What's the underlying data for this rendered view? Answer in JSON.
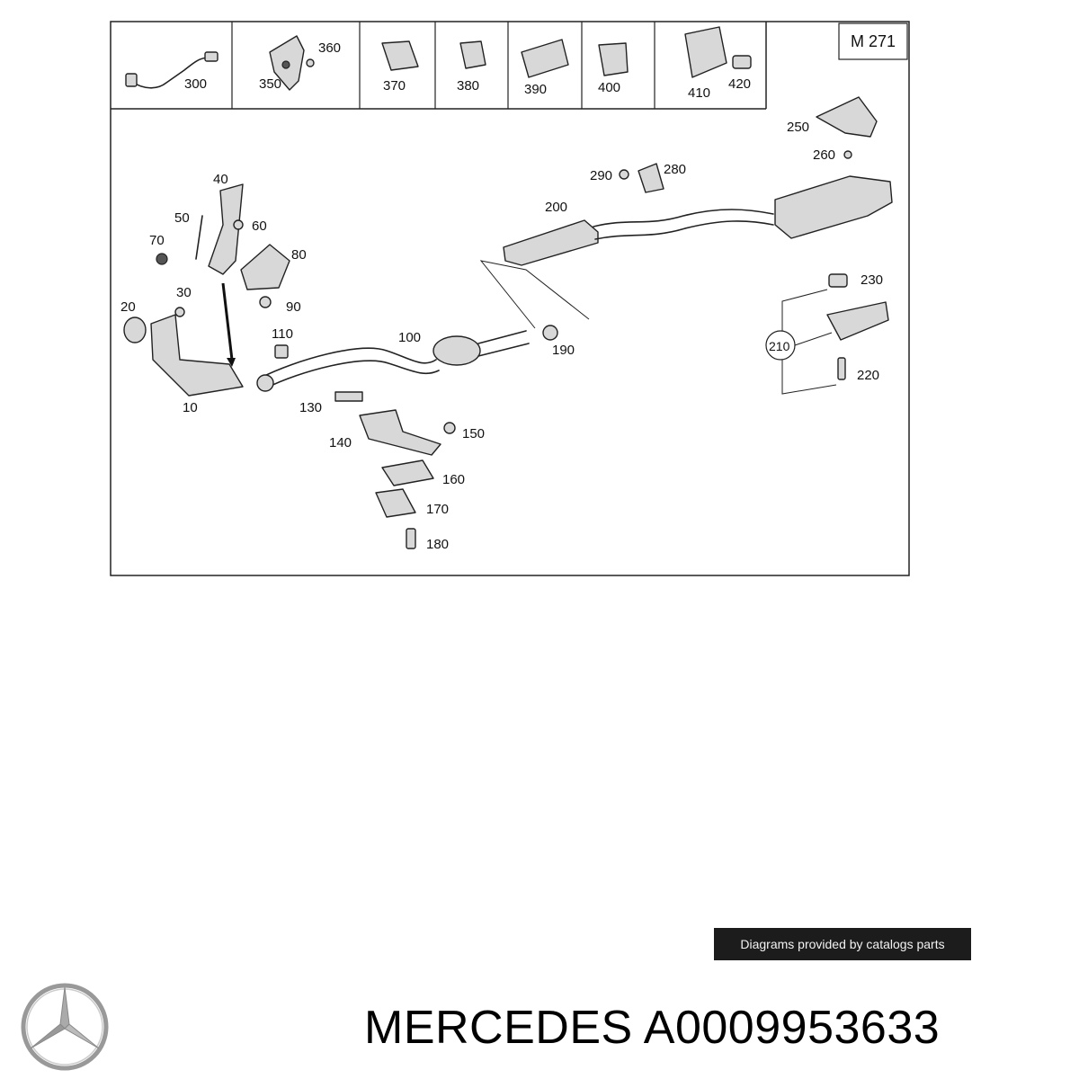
{
  "diagram": {
    "engine_code": "M 271",
    "top_row_labels": [
      "300",
      "350",
      "360",
      "370",
      "380",
      "390",
      "400",
      "410",
      "420"
    ],
    "part_labels": [
      "10",
      "20",
      "30",
      "40",
      "50",
      "60",
      "70",
      "80",
      "90",
      "100",
      "110",
      "130",
      "140",
      "150",
      "160",
      "170",
      "180",
      "190",
      "200",
      "210",
      "220",
      "230",
      "250",
      "260",
      "280",
      "290"
    ]
  },
  "watermark": "Diagrams provided by catalogs parts",
  "brand_line": "MERCEDES A0009953633",
  "logo_icon": "mercedes-star-icon"
}
